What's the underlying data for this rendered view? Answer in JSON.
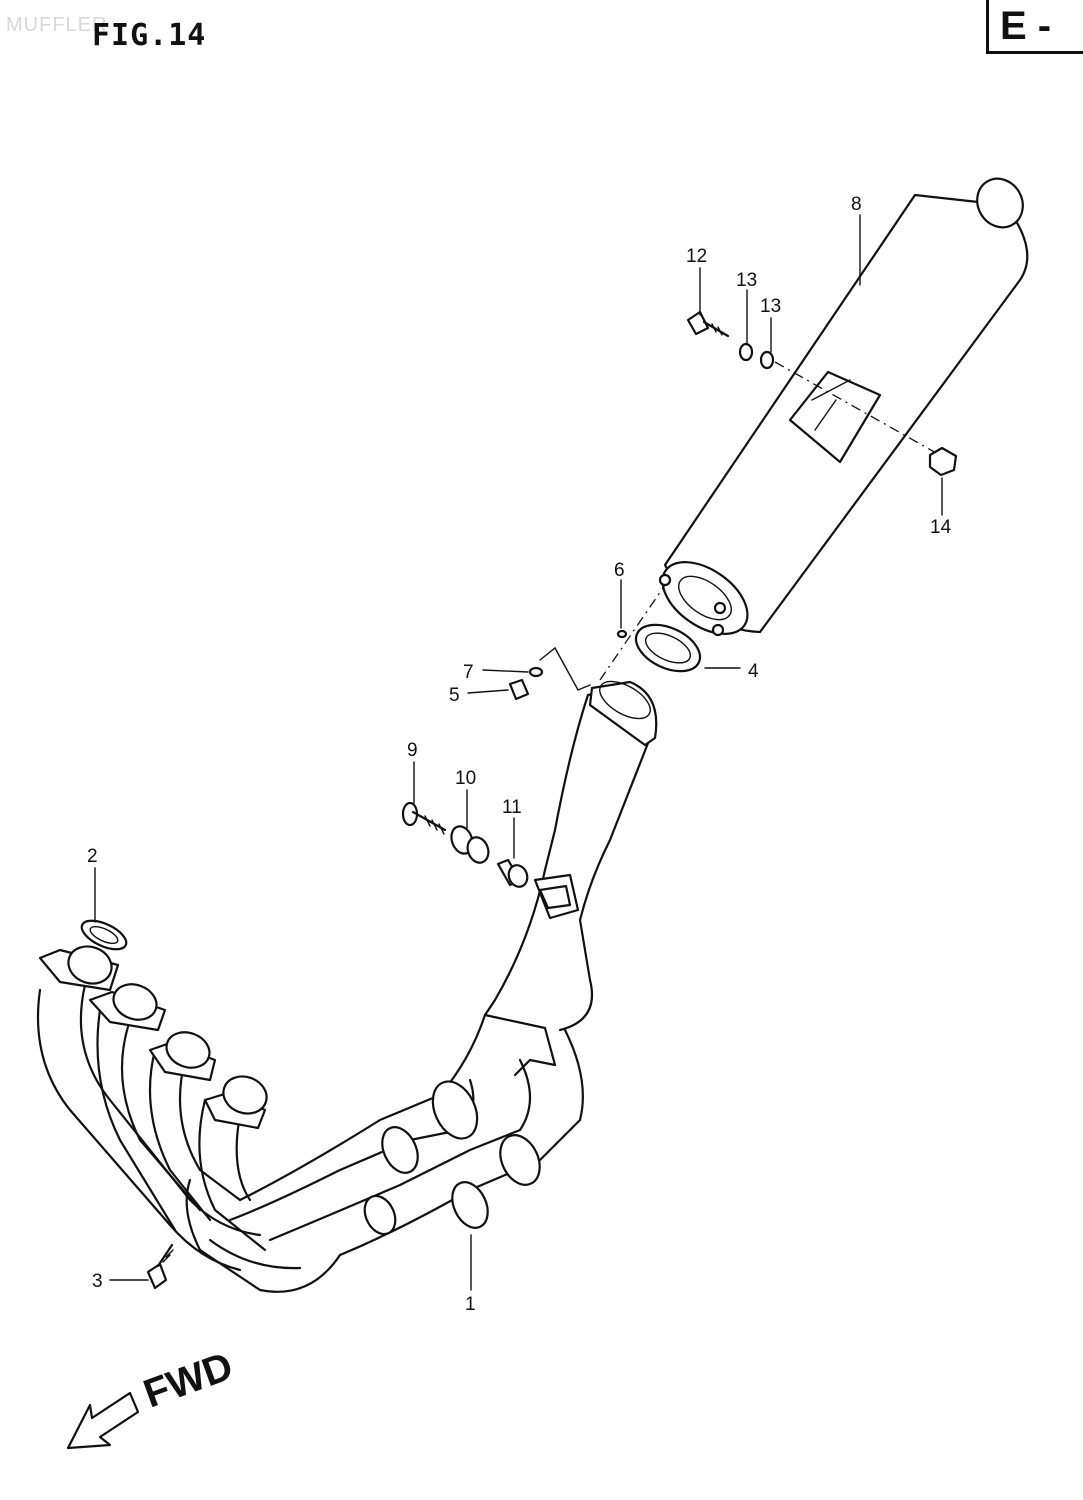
{
  "header": {
    "faint_title": "MUFFLER",
    "figure_label": "FIG.14",
    "section_code": "E -"
  },
  "callouts": [
    {
      "id": "1",
      "label": "1"
    },
    {
      "id": "2",
      "label": "2"
    },
    {
      "id": "3",
      "label": "3"
    },
    {
      "id": "4",
      "label": "4"
    },
    {
      "id": "5",
      "label": "5"
    },
    {
      "id": "6",
      "label": "6"
    },
    {
      "id": "7",
      "label": "7"
    },
    {
      "id": "8",
      "label": "8"
    },
    {
      "id": "9",
      "label": "9"
    },
    {
      "id": "10",
      "label": "10"
    },
    {
      "id": "11",
      "label": "11"
    },
    {
      "id": "12",
      "label": "12"
    },
    {
      "id": "13a",
      "label": "13"
    },
    {
      "id": "13b",
      "label": "13"
    },
    {
      "id": "14",
      "label": "14"
    }
  ],
  "direction_indicator": {
    "label": "FWD"
  }
}
